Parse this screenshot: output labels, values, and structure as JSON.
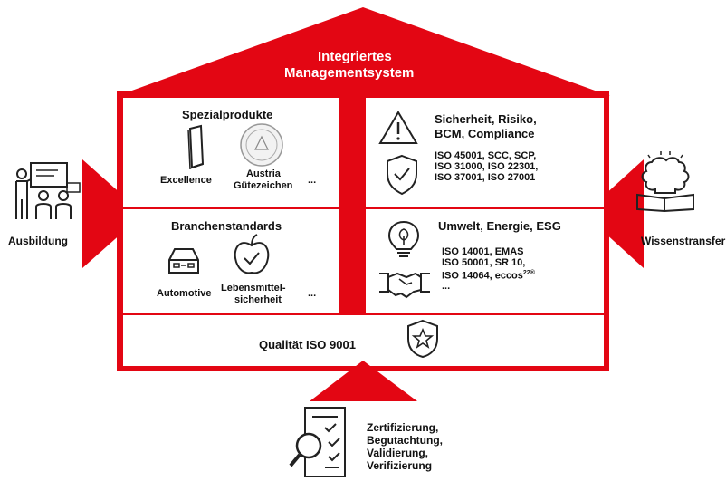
{
  "colors": {
    "red": "#e30613",
    "dark": "#222222",
    "white": "#ffffff"
  },
  "roof": {
    "line1": "Integriertes",
    "line2": "Managementsystem"
  },
  "left_panel": {
    "spezial": {
      "title": "Spezialprodukte",
      "item1": "Excellence",
      "item2_line1": "Austria",
      "item2_line2": "Gütezeichen",
      "more": "..."
    },
    "branchen": {
      "title": "Branchenstandards",
      "item1": "Automotive",
      "item2_line1": "Lebensmittel-",
      "item2_line2": "sicherheit",
      "more": "..."
    }
  },
  "right_panel": {
    "sicherheit": {
      "title_line1": "Sicherheit, Risiko,",
      "title_line2": "BCM, Compliance",
      "std_line1": "ISO 45001, SCC, SCP,",
      "std_line2": "ISO 31000, ISO 22301,",
      "std_line3": "ISO 37001, ISO 27001"
    },
    "umwelt": {
      "title": "Umwelt, Energie, ESG",
      "std_line1": "ISO 14001, EMAS",
      "std_line2": "ISO 50001, SR 10,",
      "std_line3": "ISO 14064, eccos",
      "std_line3_sup": "22®",
      "more": "..."
    }
  },
  "base": {
    "label": "Qualität ISO 9001"
  },
  "left_side": {
    "label": "Ausbildung"
  },
  "right_side": {
    "label": "Wissenstransfer"
  },
  "bottom": {
    "line1": "Zertifizierung,",
    "line2": "Begutachtung,",
    "line3": "Validierung,",
    "line4": "Verifizierung"
  },
  "icons": [
    "classroom-icon",
    "brain-book-icon",
    "document-magnifier-icon",
    "warning-icon",
    "shield-check-icon",
    "lightbulb-leaf-icon",
    "handshake-icon",
    "shield-star-icon",
    "award-bar-icon",
    "seal-icon",
    "car-icon",
    "apple-check-icon"
  ]
}
